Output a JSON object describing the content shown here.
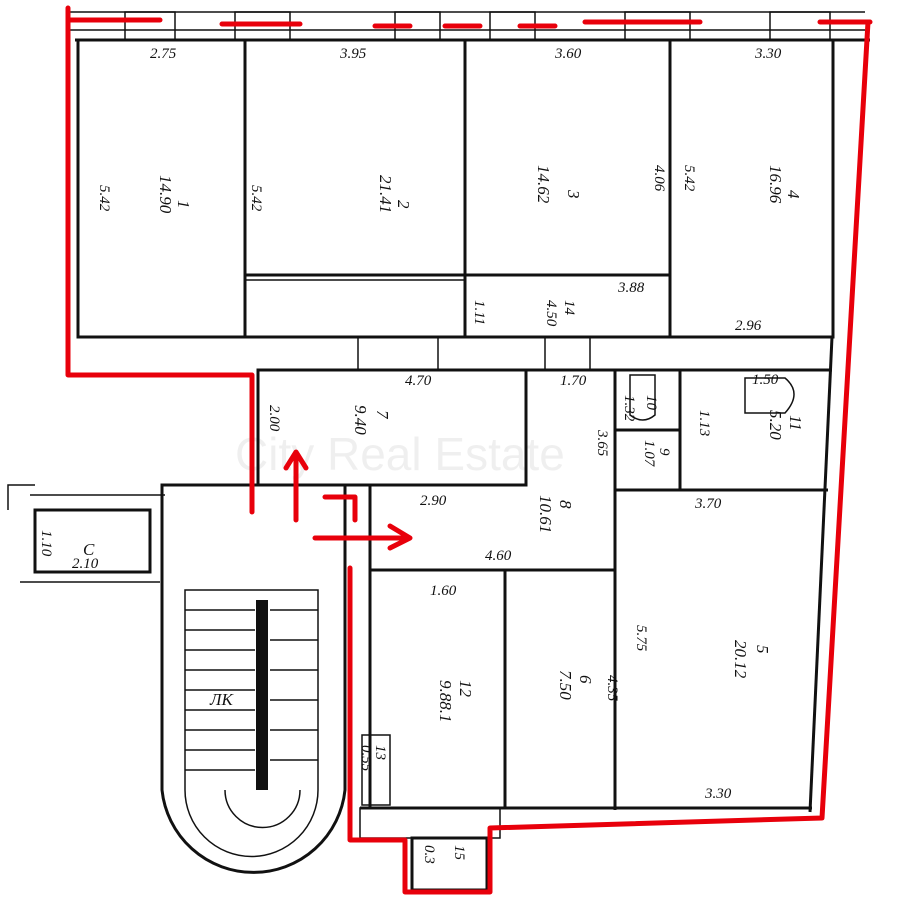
{
  "watermark": "City Real Estate",
  "top_dimensions": [
    "2.75",
    "3.95",
    "3.60",
    "3.30"
  ],
  "rooms": {
    "r1": {
      "number": "1",
      "area": "14.90",
      "side": "5.42"
    },
    "r2": {
      "number": "2",
      "area": "21.41",
      "side": "5.42"
    },
    "r3": {
      "number": "3",
      "area": "14.62",
      "side": "4.06"
    },
    "r4": {
      "number": "4",
      "area": "16.96",
      "side": "5.42",
      "bottom": "2.96"
    },
    "r14": {
      "number": "14",
      "area": "4.50",
      "side": "1.11",
      "dim": "3.88"
    },
    "r7": {
      "number": "7",
      "area": "9.40",
      "side": "2.00",
      "top": "4.70",
      "bottom": "2.90"
    },
    "r8": {
      "number": "8",
      "area": "10.61",
      "top": "1.70",
      "side": "3.65",
      "bottom": "4.60"
    },
    "r10": {
      "number": "10",
      "side": "1.32"
    },
    "r9": {
      "number": "9",
      "area": "1.07",
      "side": "1.13"
    },
    "r11": {
      "number": "11",
      "area": "5.20",
      "dim": "1.50"
    },
    "r5": {
      "number": "5",
      "area": "20.12",
      "top": "3.70",
      "side": "5.75",
      "bottom": "3.30"
    },
    "r12": {
      "number": "12",
      "area": "9.88.1",
      "top": "1.60"
    },
    "r6": {
      "number": "6",
      "area": "7.50",
      "side": "4.35"
    },
    "r13": {
      "number": "13",
      "area": "0.55"
    },
    "r15": {
      "number": "15",
      "area": "0.3"
    },
    "rC": {
      "number": "C",
      "area": "2.10",
      "side": "1.10"
    },
    "stairs": {
      "label": "ЛК"
    }
  },
  "colors": {
    "outline": "#e8000b",
    "walls": "#111111"
  }
}
